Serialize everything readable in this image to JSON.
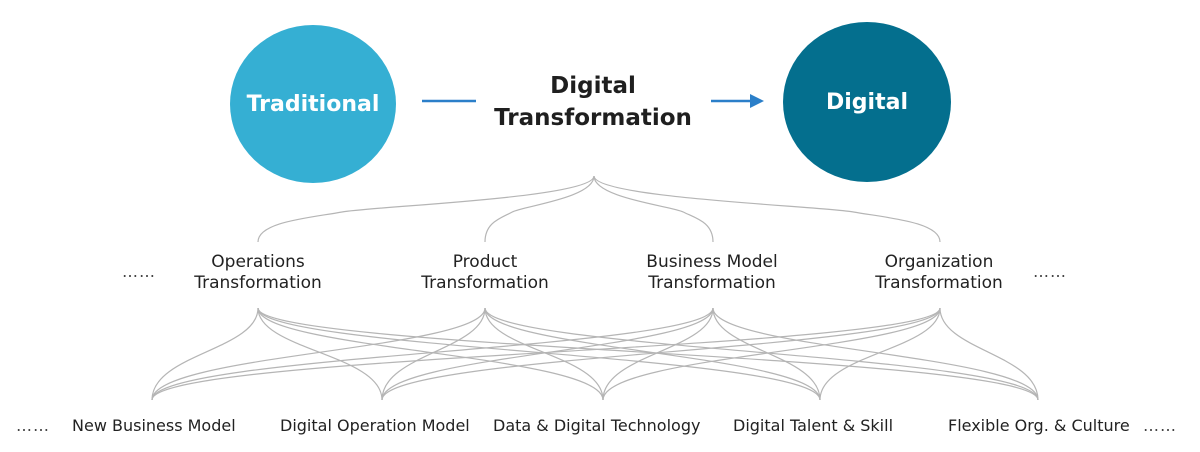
{
  "left_state": "Traditional",
  "right_state": "Digital",
  "center": {
    "line1": "Digital",
    "line2": "Transformation"
  },
  "transformations": [
    {
      "line1": "Operations",
      "line2": "Transformation"
    },
    {
      "line1": "Product",
      "line2": "Transformation"
    },
    {
      "line1": "Business Model",
      "line2": "Transformation"
    },
    {
      "line1": "Organization",
      "line2": "Transformation"
    }
  ],
  "enablers": [
    "New Business Model",
    "Digital Operation Model",
    "Data & Digital Technology",
    "Digital Talent & Skill",
    "Flexible Org. & Culture"
  ],
  "ellipsis": "……",
  "colors": {
    "traditional": "#35afd3",
    "digital": "#046f8e",
    "arrow": "#2b7fc9",
    "connector": "#b5b5b5"
  }
}
